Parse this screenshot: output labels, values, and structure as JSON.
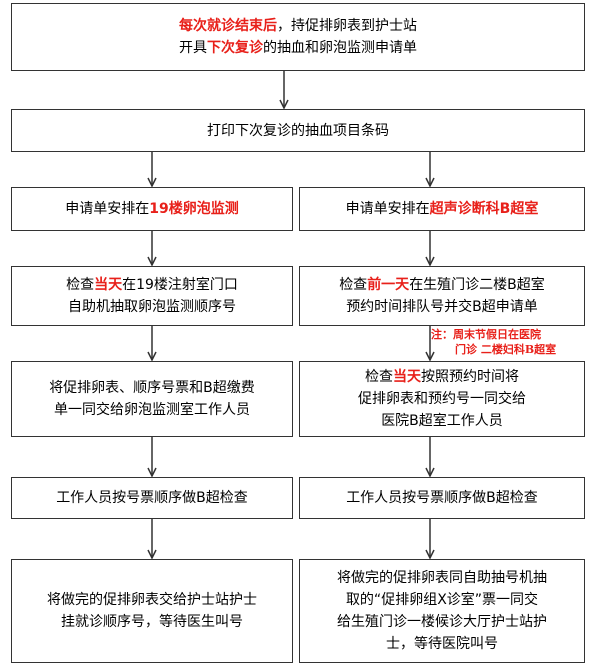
{
  "box1": {
    "line1": [
      {
        "text": "每次就诊结束后",
        "hl": true
      },
      {
        "text": "，持促排卵表到护士站",
        "hl": false
      }
    ],
    "line2": [
      {
        "text": "开具",
        "hl": false
      },
      {
        "text": "下次复诊",
        "hl": true
      },
      {
        "text": "的抽血和卵泡监测申请单",
        "hl": false
      }
    ]
  },
  "box2": {
    "line1": [
      {
        "text": "打印下次复诊的抽血项目条码",
        "hl": false
      }
    ]
  },
  "left": {
    "b3": {
      "line1": [
        {
          "text": "申请单安排在",
          "hl": false
        },
        {
          "text": "19楼卵泡监测",
          "hl": true
        }
      ]
    },
    "b4": {
      "line1": [
        {
          "text": "检查",
          "hl": false
        },
        {
          "text": "当天",
          "hl": true
        },
        {
          "text": "在19楼注射室门口",
          "hl": false
        }
      ],
      "line2": [
        {
          "text": "自助机抽取卵泡监测顺序号",
          "hl": false
        }
      ]
    },
    "b5": {
      "line1": [
        {
          "text": "将促排卵表、顺序号票和B超缴费",
          "hl": false
        }
      ],
      "line2": [
        {
          "text": "单一同交给卵泡监测室工作人员",
          "hl": false
        }
      ]
    },
    "b6": {
      "line1": [
        {
          "text": "工作人员按号票顺序做B超检查",
          "hl": false
        }
      ]
    },
    "b7": {
      "line1": [
        {
          "text": "将做完的促排卵表交给护士站护士",
          "hl": false
        }
      ],
      "line2": [
        {
          "text": "挂就诊顺序号，等待医生叫号",
          "hl": false
        }
      ]
    }
  },
  "right": {
    "b3": {
      "line1": [
        {
          "text": "申请单安排在",
          "hl": false
        },
        {
          "text": "超声诊断科B超室",
          "hl": true
        }
      ]
    },
    "b4": {
      "line1": [
        {
          "text": "检查",
          "hl": false
        },
        {
          "text": "前一天",
          "hl": true
        },
        {
          "text": "在生殖门诊二楼B超室",
          "hl": false
        }
      ],
      "line2": [
        {
          "text": "预约时间排队号并交B超申请单",
          "hl": false
        }
      ]
    },
    "note": {
      "line1": "注：周末节假日在医院",
      "line2": "门诊 二楼妇科B超室"
    },
    "b5": {
      "line1": [
        {
          "text": "检查",
          "hl": false
        },
        {
          "text": "当天",
          "hl": true
        },
        {
          "text": "按照预约时间将",
          "hl": false
        }
      ],
      "line2": [
        {
          "text": "促排卵表和预约号一同交给",
          "hl": false
        }
      ],
      "line3": [
        {
          "text": "医院B超室工作人员",
          "hl": false
        }
      ]
    },
    "b6": {
      "line1": [
        {
          "text": "工作人员按号票顺序做B超检查",
          "hl": false
        }
      ]
    },
    "b7": {
      "line1": [
        {
          "text": "将做完的促排卵表同自助抽号机抽",
          "hl": false
        }
      ],
      "line2": [
        {
          "text": "取的“促排卵组X诊室”票一同交",
          "hl": false
        }
      ],
      "line3": [
        {
          "text": "给生殖门诊一楼候诊大厅护士站护",
          "hl": false
        }
      ],
      "line4": [
        {
          "text": "士，等待医院叫号",
          "hl": false
        }
      ]
    }
  },
  "colors": {
    "highlight": "#e8201a",
    "border": "#333333",
    "arrow": "#333333"
  }
}
